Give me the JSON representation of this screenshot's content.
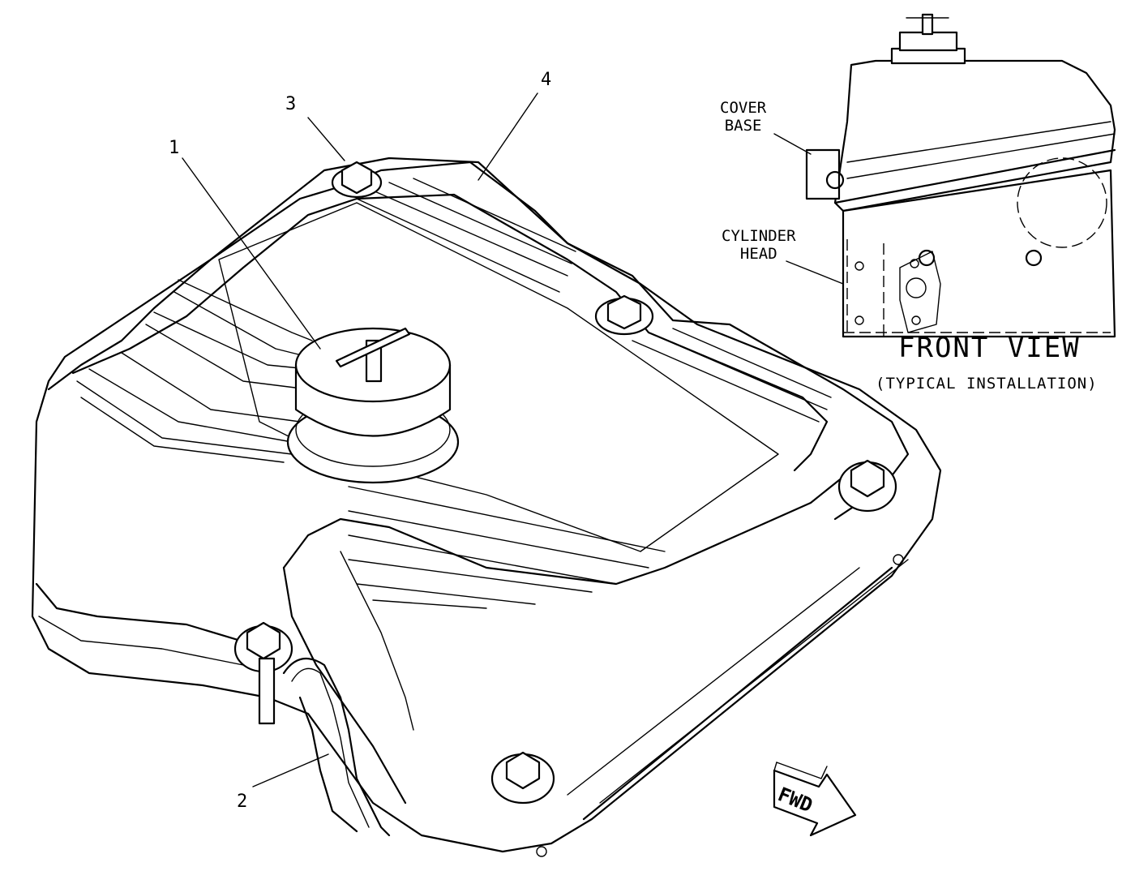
{
  "callouts": {
    "c1": "1",
    "c2": "2",
    "c3": "3",
    "c4": "4"
  },
  "inset": {
    "cover_base": "COVER\nBASE",
    "cylinder_head": "CYLINDER\nHEAD",
    "front_view": "FRONT VIEW",
    "typical": "(TYPICAL INSTALLATION)"
  },
  "fwd_arrow": "FWD"
}
